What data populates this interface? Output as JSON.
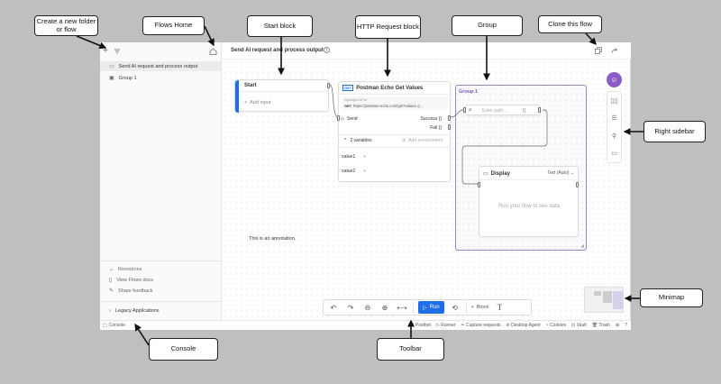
{
  "flow_title": "Send AI request and process output",
  "sidebar": {
    "items": [
      {
        "label": "Send AI request and process output",
        "selected": true
      },
      {
        "label": "Group 1",
        "selected": false
      }
    ],
    "resources_label": "Resources",
    "view_docs": "View Flows docs",
    "share_feedback": "Share feedback",
    "legacy_label": "Legacy Applications"
  },
  "start_block": {
    "title": "Start",
    "add_input": "Add input"
  },
  "http_block": {
    "title": "Postman Echo Get Values",
    "badge": "GET",
    "subtitle": "Spotlight APIs",
    "method": "GET",
    "url": "https://postman-echo.com/get?value1={...",
    "send": "Send",
    "success": "Success",
    "fail": "Fail",
    "variables": "2 variables",
    "add_env": "Add environment",
    "vars": [
      "value1",
      "value2"
    ]
  },
  "group": {
    "title": "Group 1",
    "path_placeholder": "Enter path..."
  },
  "display_block": {
    "title": "Display",
    "mode": "Text (Auto)",
    "placeholder": "Run your flow to see data"
  },
  "annotation": "This is an annotation.",
  "toolbar": {
    "run": "Run",
    "block": "Block",
    "plus": "+"
  },
  "statusbar": {
    "console": "Console",
    "items": [
      "Postbot",
      "Runner",
      "Capture requests",
      "Desktop Agent",
      "Cookies",
      "Vault",
      "Trash"
    ]
  },
  "callouts": {
    "create": "Create a new folder or flow",
    "flows_home": "Flows Home",
    "start_block": "Start block",
    "http": "HTTP Request block",
    "group": "Group",
    "clone": "Clone this flow",
    "right_sidebar": "Right sidebar",
    "minimap": "Minimap",
    "console": "Console",
    "toolbar": "Toolbar"
  },
  "colors": {
    "accent_blue": "#1e6ee8",
    "group_purple": "#9b7fd1",
    "postbot_purple": "#8b5cc7"
  }
}
